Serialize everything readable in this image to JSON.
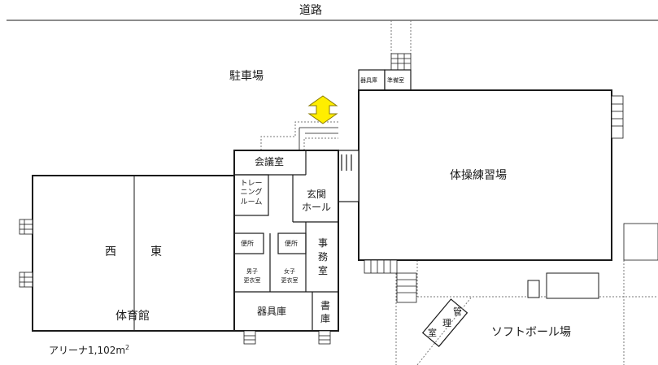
{
  "title_road": "道路",
  "parking": "駐車場",
  "rooms": {
    "kiguko_small": "器具庫",
    "junbishitsu": "準備室",
    "gymnastics": "体操練習場",
    "kaigishitsu": "会議室",
    "training_lines": [
      "トレー",
      "ニング",
      "ルーム"
    ],
    "genkan_lines": [
      "玄関",
      "ホール"
    ],
    "benjo_left": "便所",
    "benjo_right": "便所",
    "men_lines": [
      "男子",
      "更衣室"
    ],
    "women_lines": [
      "女子",
      "更衣室"
    ],
    "jimushitsu_lines": [
      "事",
      "務",
      "室"
    ],
    "kiguko": "器具庫",
    "shoko_lines": [
      "書",
      "庫"
    ],
    "west": "西",
    "east": "東",
    "gym_hall": "体育館",
    "arena_area": "アリーナ1,102m",
    "arena_area_sup": "2",
    "kanri_lines": [
      "管",
      "理",
      "室"
    ],
    "softball": "ソフトボール場"
  },
  "colors": {
    "wall": "#1a1a1a",
    "dotted": "#777777",
    "arrow_fill": "#ffee00",
    "arrow_stroke": "#8a7a00"
  },
  "icons": {
    "entrance_arrow": "double-vertical-arrow-icon"
  }
}
